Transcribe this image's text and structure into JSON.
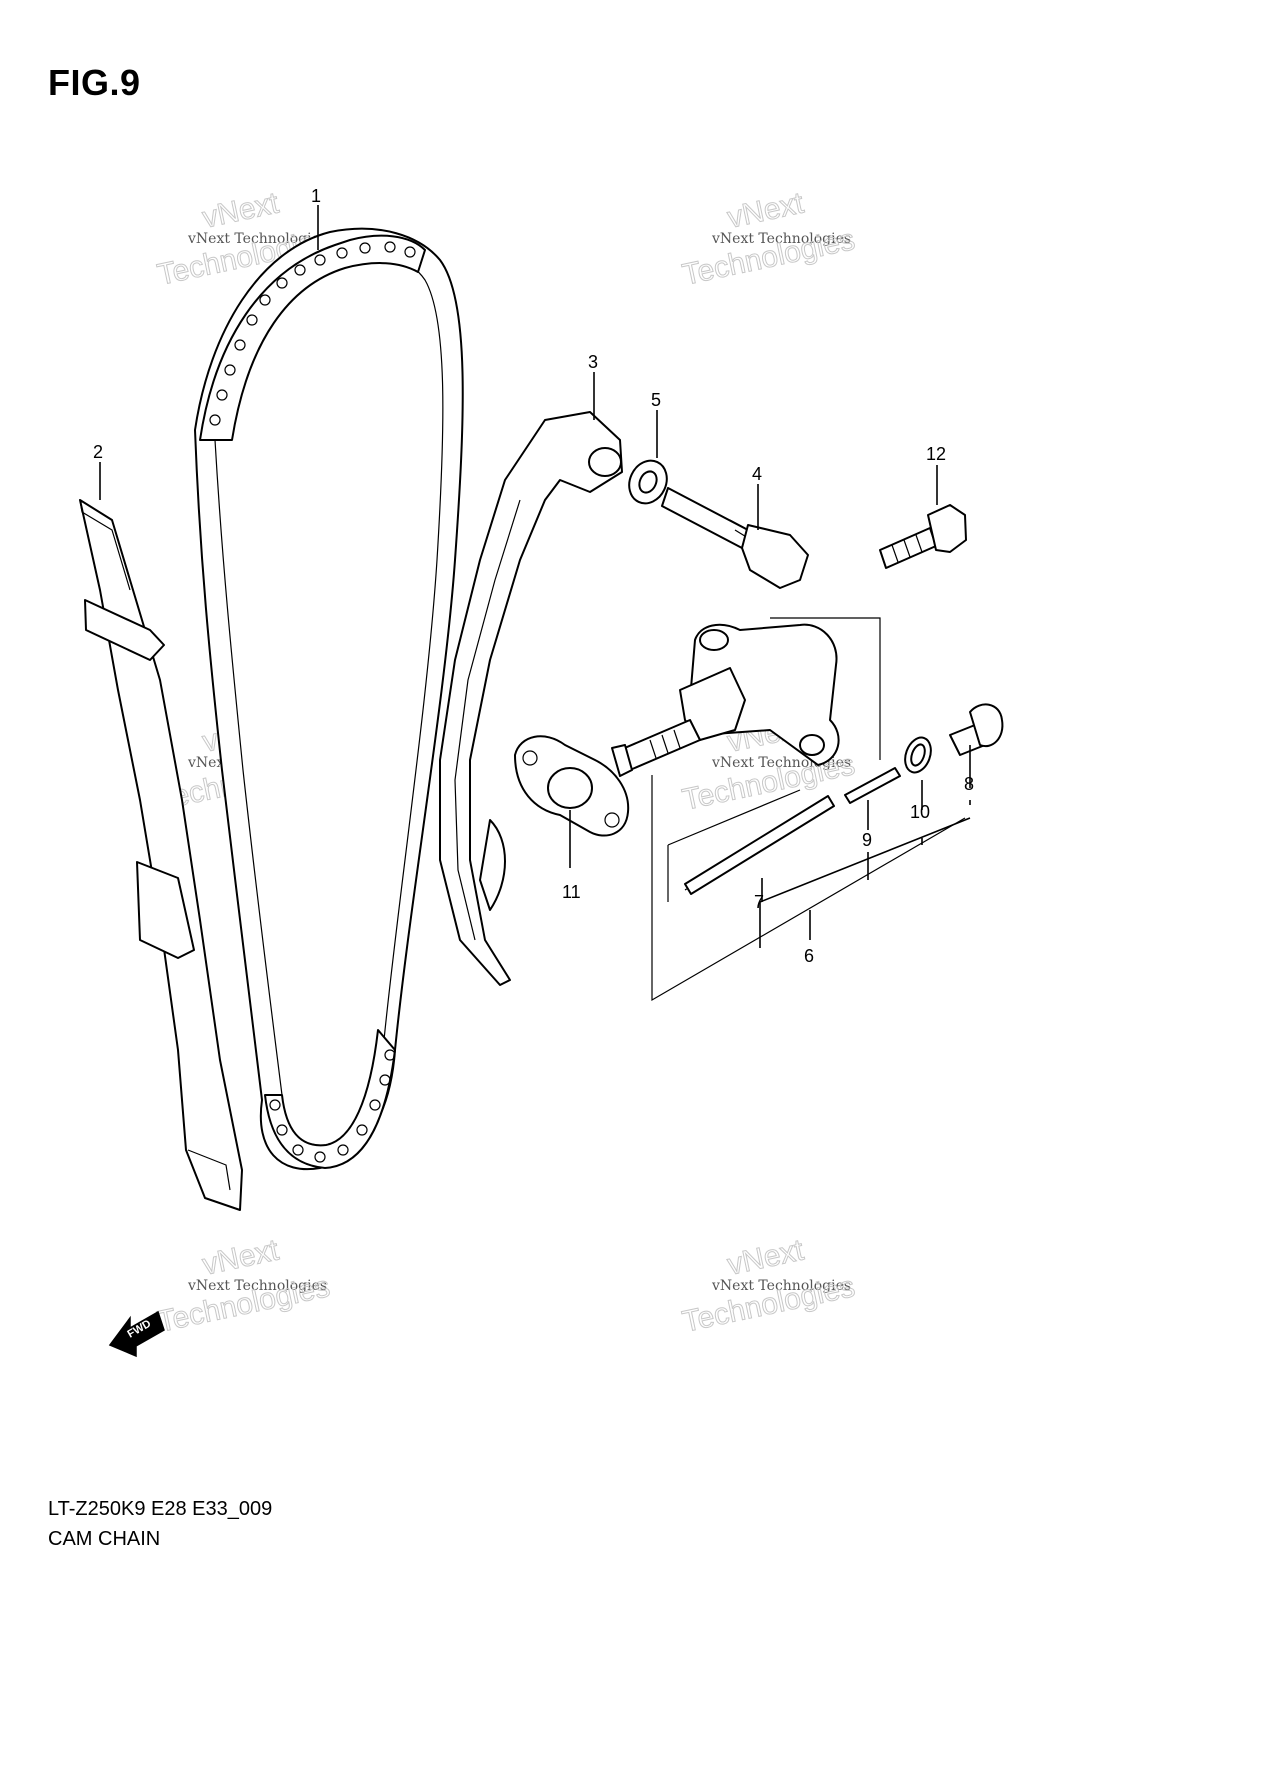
{
  "figure": {
    "title": "FIG.9",
    "model_code": "LT-Z250K9 E28 E33_009",
    "section_name": "CAM CHAIN"
  },
  "callouts": [
    {
      "id": "1",
      "label": "1"
    },
    {
      "id": "2",
      "label": "2"
    },
    {
      "id": "3",
      "label": "3"
    },
    {
      "id": "4",
      "label": "4"
    },
    {
      "id": "5",
      "label": "5"
    },
    {
      "id": "6",
      "label": "6"
    },
    {
      "id": "7",
      "label": "7"
    },
    {
      "id": "8",
      "label": "8"
    },
    {
      "id": "9",
      "label": "9"
    },
    {
      "id": "10",
      "label": "10"
    },
    {
      "id": "11",
      "label": "11"
    },
    {
      "id": "12",
      "label": "12"
    }
  ],
  "watermark": {
    "line1": "vNext Technologies",
    "line2": "vNext",
    "line3": "Technologies"
  },
  "direction_marker": {
    "label": "FWD",
    "icon": "forward-arrow-icon"
  }
}
